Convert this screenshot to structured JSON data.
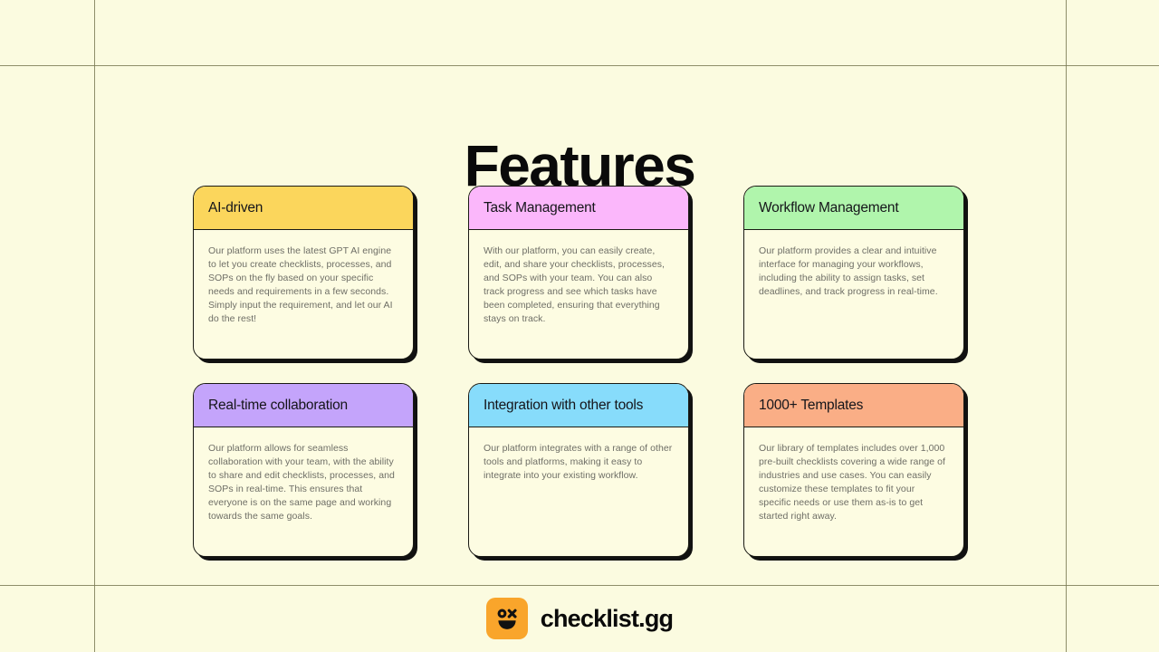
{
  "page": {
    "title": "Features",
    "background_color": "#FBFBE0",
    "grid_line_color": "#7A7A55"
  },
  "cards": [
    {
      "title": "AI-driven",
      "header_color": "#FBD65C",
      "body": "Our platform uses the latest GPT AI engine to let you create checklists, processes, and SOPs on the fly based on your specific needs and requirements in a few seconds. Simply input the requirement, and let our AI do the rest!"
    },
    {
      "title": "Task Management",
      "header_color": "#FBB7FB",
      "body": "With our platform, you can easily create, edit, and share your checklists, processes, and SOPs with your team. You can also track progress and see which tasks have been completed, ensuring that everything stays on track."
    },
    {
      "title": "Workflow Management",
      "header_color": "#B0F5AC",
      "body": "Our platform provides a clear and intuitive interface for managing your workflows, including the ability to assign tasks, set deadlines, and track progress in real-time."
    },
    {
      "title": "Real-time collaboration",
      "header_color": "#C4A4FB",
      "body": "Our platform allows for seamless collaboration with your team, with the ability to share and edit checklists, processes, and SOPs in real-time. This ensures that everyone is on the same page and working towards the same goals."
    },
    {
      "title": "Integration with other tools",
      "header_color": "#87DCFB",
      "body": "Our platform integrates with a range of other tools and platforms, making it easy to integrate into your existing workflow."
    },
    {
      "title": "1000+ Templates",
      "header_color": "#FAAE86",
      "body": "Our library of templates includes over 1,000 pre-built checklists covering a wide range of industries and use cases. You can easily customize these templates to fit your specific needs or use them as-is to get started right away."
    }
  ],
  "footer": {
    "brand_name": "checklist.gg",
    "logo_icon": "smiley-face-icon",
    "logo_background": "#F9A52B"
  }
}
